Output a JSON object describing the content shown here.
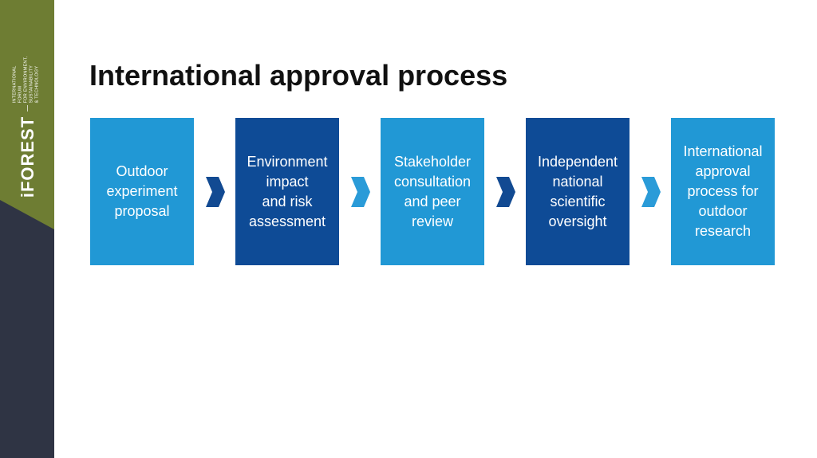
{
  "brand": {
    "name": "iFOREST",
    "tagline": [
      "INTERNATIONAL",
      "FORUM",
      "FOR ENVIRONMENT,",
      "SUSTAINABILITY",
      "& TECHNOLOGY"
    ]
  },
  "slide": {
    "title": "International approval process"
  },
  "process": {
    "steps": [
      {
        "label": "Outdoor\nexperiment\nproposal",
        "color": "#2198d5"
      },
      {
        "label": "Environment\nimpact\nand risk\nassessment",
        "color": "#0e4b96"
      },
      {
        "label": "Stakeholder\nconsultation\nand peer\nreview",
        "color": "#2198d5"
      },
      {
        "label": "Independent\nnational\nscientific\noversight",
        "color": "#0e4b96"
      },
      {
        "label": "International\napproval\nprocess for\noutdoor\nresearch",
        "color": "#2198d5"
      }
    ],
    "connector_colors": {
      "dark": "#124a92",
      "light": "#2a9bd8"
    }
  },
  "colors": {
    "olive": "#6e7d33",
    "dark_panel": "#2f3444"
  }
}
